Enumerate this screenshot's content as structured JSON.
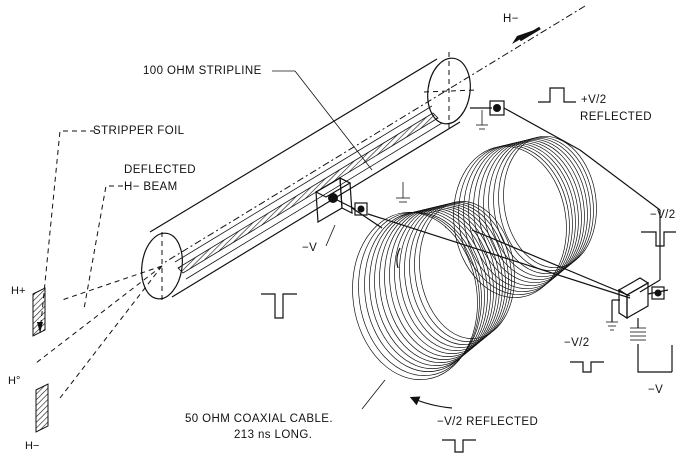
{
  "labels": {
    "h_minus_incoming": "H−",
    "stripline": "100 OHM STRIPLINE",
    "stripper_foil": "STRIPPER FOIL",
    "deflected_line1": "DEFLECTED",
    "deflected_line2": "H− BEAM",
    "plus_v2_line1": "+V/2",
    "plus_v2_line2": "REFLECTED",
    "minus_v2_right": "−V/2",
    "minus_v_center": "−V",
    "minus_v2_mid": "−V/2",
    "minus_v_bottom": "−V",
    "coax_line1": "50 OHM COAXIAL CABLE.",
    "coax_line2": "213 ns LONG.",
    "minus_v2_reflected": "−V/2 REFLECTED",
    "h_plus": "H+",
    "h_zero": "H°",
    "h_minus_out": "H−"
  }
}
